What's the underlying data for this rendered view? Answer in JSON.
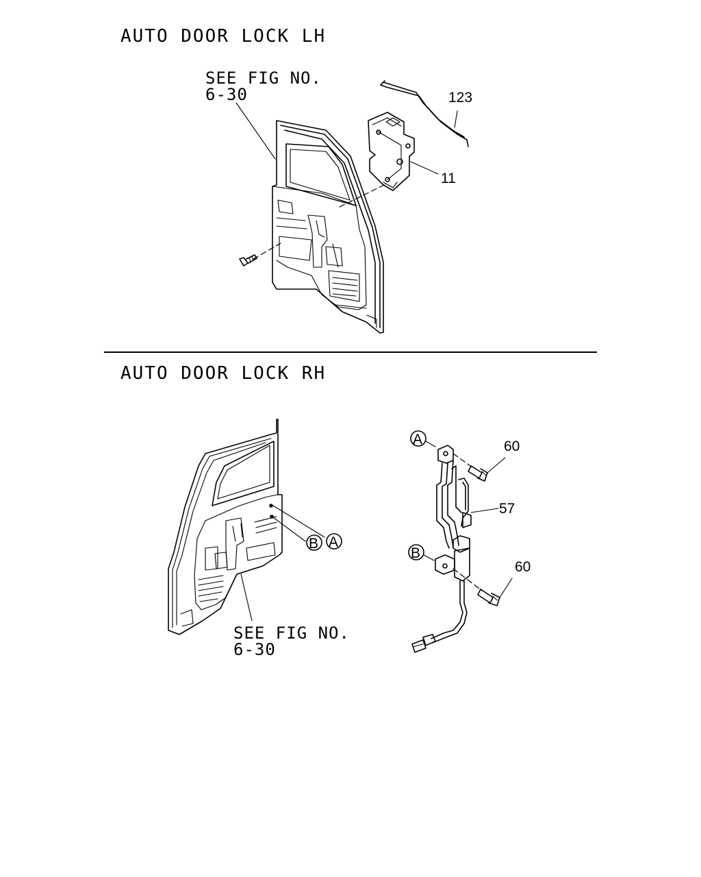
{
  "sections": [
    {
      "title": "AUTO DOOR LOCK LH",
      "see_fig": {
        "line1": "SEE FIG NO.",
        "line2": "6-30"
      },
      "callouts": [
        "123",
        "11"
      ]
    },
    {
      "title": "AUTO DOOR LOCK RH",
      "see_fig": {
        "line1": "SEE FIG NO.",
        "line2": "6-30"
      },
      "callouts": [
        "60",
        "57",
        "60"
      ],
      "reference_marks": [
        "A",
        "B",
        "B",
        "A"
      ]
    }
  ]
}
